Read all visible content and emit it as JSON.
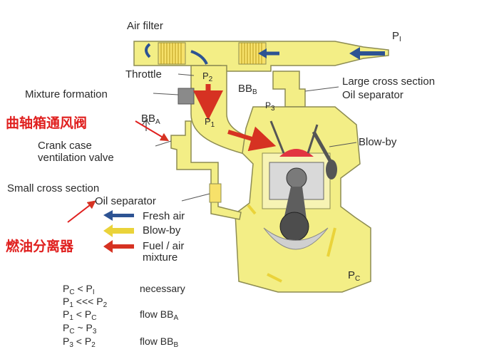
{
  "colors": {
    "housing": "#f3ee86",
    "housing_stroke": "#8d8c52",
    "fresh_air": "#2d5393",
    "blow_by": "#ead33a",
    "fuel_air": "#d63222",
    "piston_crown": "#e23340",
    "annotation_red": "#e0201f"
  },
  "labels": {
    "air_filter": "Air filter",
    "p1_top": "P",
    "p1_top_sub": "I",
    "throttle": "Throttle",
    "mixture_formation": "Mixture formation",
    "p2": "P",
    "p2_sub": "2",
    "p1": "P",
    "p1_sub": "1",
    "bbb": "BB",
    "bbb_sub": "B",
    "bba": "BB",
    "bba_sub": "A",
    "p3": "P",
    "p3_sub": "3",
    "large_cross_1": "Large cross section",
    "large_cross_2": "Oil separator",
    "crank_valve_1": "Crank case",
    "crank_valve_2": "ventilation valve",
    "blowby_engine": "Blow-by",
    "small_cross_1": "Small cross section",
    "small_cross_2": "Oil separator",
    "pc": "P",
    "pc_sub": "C"
  },
  "annotations": {
    "crank_valve_cn": "曲轴箱通风阀",
    "oil_sep_cn": "燃油分离器"
  },
  "legend": [
    {
      "icon": "fresh-air-arrow-icon",
      "color": "#2d5393",
      "label": "Fresh air"
    },
    {
      "icon": "blow-by-arrow-icon",
      "color": "#ead33a",
      "label": "Blow-by"
    },
    {
      "icon": "fuel-air-arrow-icon",
      "color": "#d63222",
      "label": "Fuel / air",
      "label2": "mixture"
    }
  ],
  "conditions": [
    {
      "lhs": "P",
      "lhs_sub": "C",
      "op": " < ",
      "rhs": "P",
      "rhs_sub": "I",
      "result": "necessary",
      "result_sub": ""
    },
    {
      "lhs": "P",
      "lhs_sub": "1",
      "op": " <<< ",
      "rhs": "P",
      "rhs_sub": "2",
      "result": "",
      "result_sub": ""
    },
    {
      "lhs": "P",
      "lhs_sub": "1",
      "op": " < ",
      "rhs": "P",
      "rhs_sub": "C",
      "result": "flow BB",
      "result_sub": "A"
    },
    {
      "lhs": "P",
      "lhs_sub": "C",
      "op": " ~ ",
      "rhs": "P",
      "rhs_sub": "3",
      "result": "",
      "result_sub": ""
    },
    {
      "lhs": "P",
      "lhs_sub": "3",
      "op": " < ",
      "rhs": "P",
      "rhs_sub": "2",
      "result": "flow BB",
      "result_sub": "B"
    }
  ]
}
